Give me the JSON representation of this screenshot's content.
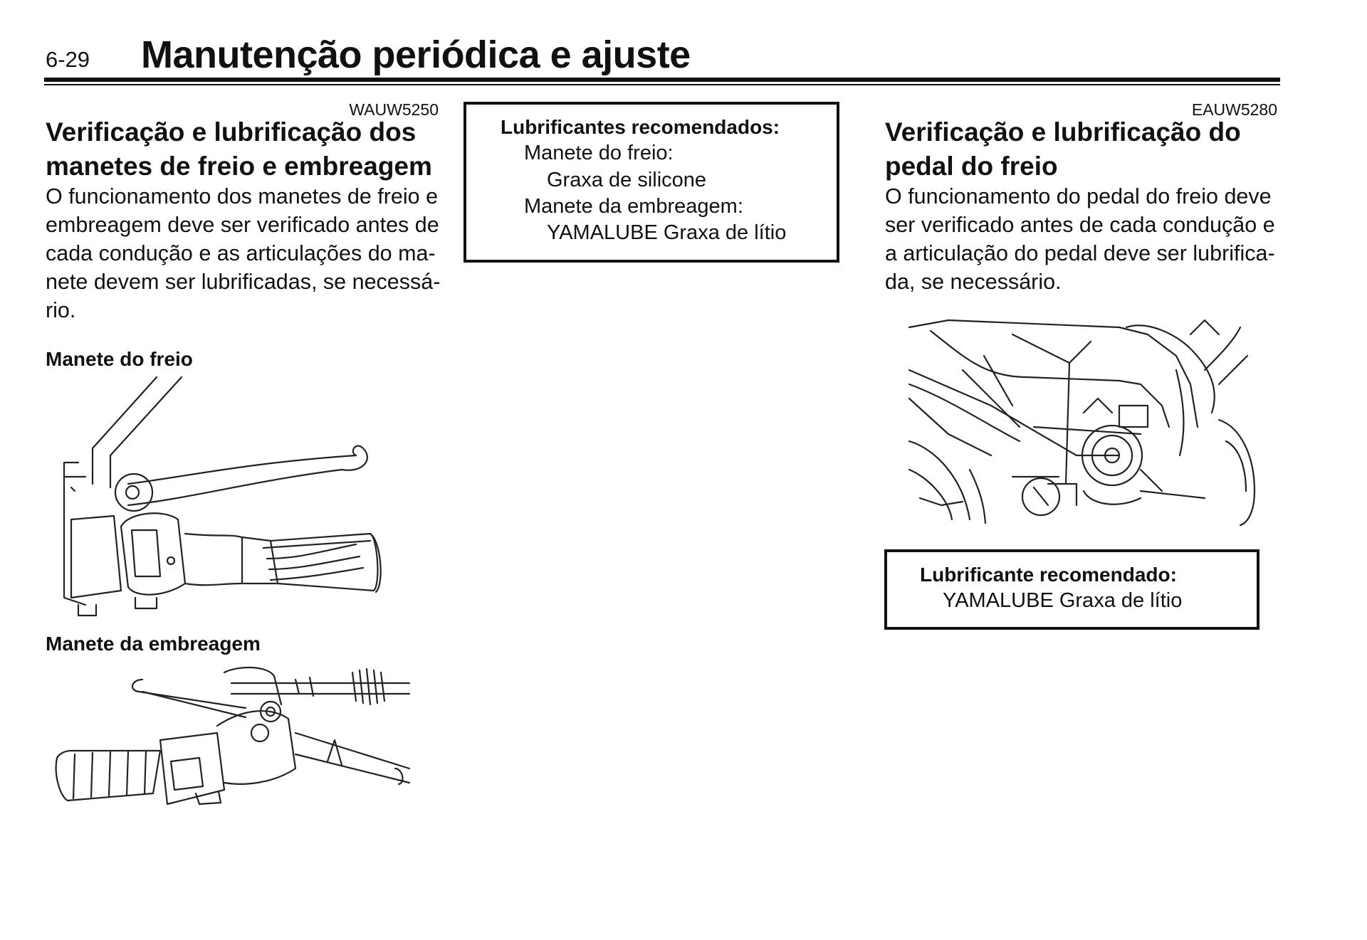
{
  "header": {
    "page_number": "6-29",
    "title": "Manutenção periódica e ajuste"
  },
  "left": {
    "code": "WAUW5250",
    "heading_line1": "Verificação e lubrificação dos",
    "heading_line2": "manetes de freio e embreagem",
    "paragraph": [
      "O funcionamento dos manetes de freio e",
      "embreagem deve ser verificado antes de",
      "cada condução e as articulações do ma-",
      "nete devem ser lubrificadas, se necessá-",
      "rio."
    ],
    "caption_brake": "Manete do freio",
    "caption_clutch": "Manete da embreagem"
  },
  "middle_box": {
    "title": "Lubrificantes recomendados:",
    "item1_label": "Manete do freio:",
    "item1_value": "Graxa de silicone",
    "item2_label": "Manete da embreagem:",
    "item2_value": "YAMALUBE Graxa de lítio"
  },
  "right": {
    "code": "EAUW5280",
    "heading_line1": "Verificação e lubrificação do",
    "heading_line2": "pedal do freio",
    "paragraph": [
      "O funcionamento do pedal do freio deve",
      "ser verificado antes de cada condução e",
      "a articulação do pedal deve ser lubrifica-",
      "da, se necessário."
    ],
    "box_title": "Lubrificante recomendado:",
    "box_value": "YAMALUBE Graxa de lítio"
  },
  "illustrations": {
    "brake_lever": "brake-lever-illustration",
    "clutch_lever": "clutch-lever-illustration",
    "brake_pedal": "brake-pedal-illustration"
  }
}
